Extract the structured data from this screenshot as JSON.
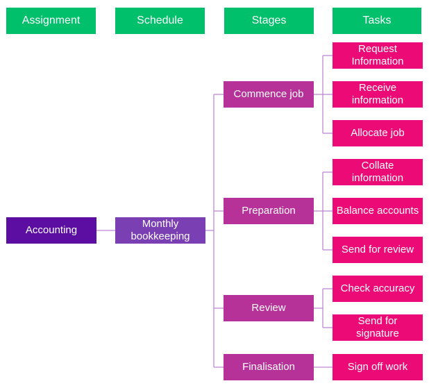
{
  "colors": {
    "header": "#00c06b",
    "assignment": "#5b0ea1",
    "schedule": "#7b3fb4",
    "stage": "#b63299",
    "task": "#ec0a76",
    "connector": "#c087d6"
  },
  "headers": {
    "assignment": "Assignment",
    "schedule": "Schedule",
    "stages": "Stages",
    "tasks": "Tasks"
  },
  "assignment": {
    "label": "Accounting"
  },
  "schedule": {
    "label": "Monthly\nbookkeeping"
  },
  "stages": [
    {
      "label": "Commence job"
    },
    {
      "label": "Preparation"
    },
    {
      "label": "Review"
    },
    {
      "label": "Finalisation"
    }
  ],
  "tasks": [
    {
      "label": "Request\nInformation"
    },
    {
      "label": "Receive\ninformation"
    },
    {
      "label": "Allocate job"
    },
    {
      "label": "Collate\ninformation"
    },
    {
      "label": "Balance accounts"
    },
    {
      "label": "Send for review"
    },
    {
      "label": "Check accuracy"
    },
    {
      "label": "Send for signature"
    },
    {
      "label": "Sign off work"
    }
  ]
}
